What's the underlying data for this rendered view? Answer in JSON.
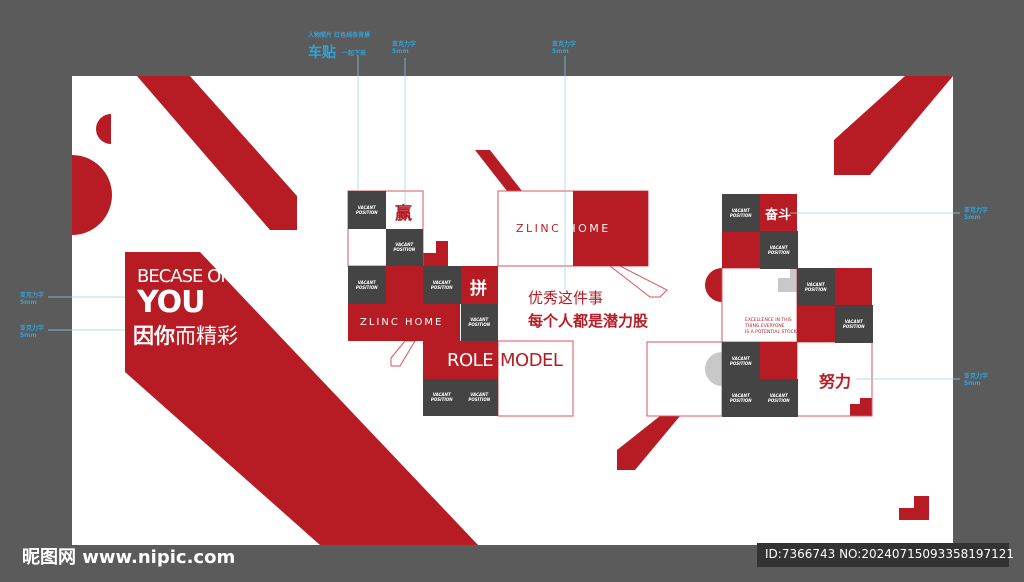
{
  "colors": {
    "red": "#b71c24",
    "dark": "#444444",
    "annotation": "#2ea3dc",
    "gray": "#c8c8c8"
  },
  "annotations": {
    "top_note_small": "人物照片 红色线条背景",
    "top_note_big": "车贴",
    "top_note_suffix": "一起下来",
    "acrylic": "亚克力字",
    "size": "5mm"
  },
  "left_panel": {
    "line1": "BECASE OF",
    "line2": "YOU",
    "line3a": "因你",
    "line3b": "而精彩"
  },
  "tiles": {
    "vacant": "VACANT",
    "position": "POSITION",
    "win": "赢",
    "fight": "拼",
    "brand": "ZLINC HOME",
    "role": "ROLE",
    "model": "MODEL",
    "strive": "奋斗",
    "effort": "努力"
  },
  "slogan": {
    "line1": "优秀这件事",
    "line2": "每个人都是潜力股"
  },
  "excellence": [
    "EXCELLENCE IN THIS",
    "THING EVERYONE",
    "IS A POTENTIAL STOCK"
  ],
  "footer": {
    "logo": "昵图网",
    "url": "www.nipic.com",
    "id": "ID:7366743 NO:20240715093358197121"
  }
}
